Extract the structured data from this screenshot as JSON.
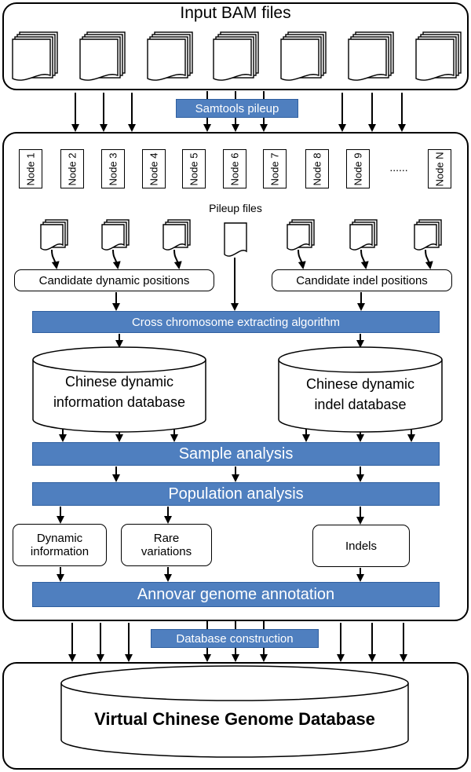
{
  "top": {
    "title": "Input BAM files"
  },
  "samtools_label": "Samtools pileup",
  "nodes": [
    "Node 1",
    "Node 2",
    "Node 3",
    "Node 4",
    "Node 5",
    "Node 6",
    "Node 7",
    "Node 8",
    "Node 9",
    "Node N"
  ],
  "ellipsis": "......",
  "pileup_label": "Pileup files",
  "candidate_dynamic": "Candidate dynamic positions",
  "candidate_indel": "Candidate indel positions",
  "cross_chromosome": "Cross chromosome extracting algorithm",
  "db_dynamic": {
    "line1": "Chinese dynamic",
    "line2": "information database"
  },
  "db_indel": {
    "line1": "Chinese dynamic",
    "line2": "indel database"
  },
  "sample_analysis": "Sample analysis",
  "population_analysis": "Population analysis",
  "out_dynamic": {
    "line1": "Dynamic",
    "line2": "information"
  },
  "out_rare": {
    "line1": "Rare",
    "line2": "variations"
  },
  "out_indels": "Indels",
  "annovar": "Annovar genome annotation",
  "db_construction": "Database construction",
  "final_db": "Virtual Chinese Genome Database",
  "colors": {
    "bar_fill": "#4f7fbf",
    "bar_border": "#2f5f9f",
    "line": "#000000"
  }
}
